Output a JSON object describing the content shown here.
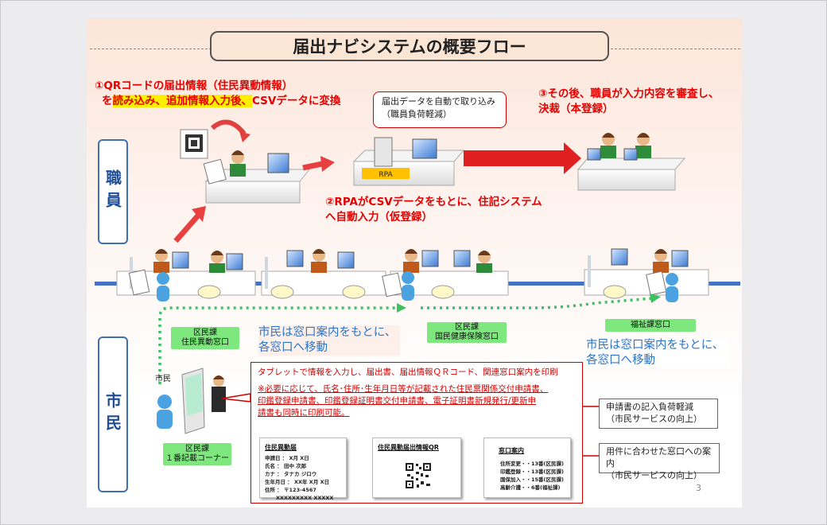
{
  "title": "届出ナビシステムの概要フロー",
  "step1": {
    "line1": "①QRコードの届出情報（住民異動情報）",
    "pre": "を",
    "hl": "読み込み、追加情報入力後、",
    "post": "CSVデータに変換"
  },
  "rpa_callout": {
    "line1": "届出データを自動で取り込み",
    "line2": "（職員負荷軽減）"
  },
  "step3": {
    "line1": "③その後、職員が入力内容を審査し、",
    "line2": "決裁（本登録）"
  },
  "step2": {
    "line1": "②RPAがCSVデータをもとに、住記システム",
    "line2": "へ自動入力（仮登録）"
  },
  "rpa_label": "RPA",
  "staff_label": "職員",
  "citizen_label": "市民",
  "citizen_tag": "市民",
  "counters": {
    "c1": "区民課\n住民異動窓口",
    "c2": "区民課\n国民健康保険窓口",
    "c3": "福祉課窓口",
    "c4": "区民課\n１番記載コーナー"
  },
  "move1": {
    "line1": "市民は窓口案内をもとに、",
    "line2": "各窓口へ移動"
  },
  "move2": {
    "line1": "市民は窓口案内をもとに、",
    "line2": "各窓口へ移動"
  },
  "tablet": {
    "line1": "タブレットで情報を入力し、届出書、届出情報ＱＲコード、関連窓口案内を印刷",
    "line2": "※必要に応じて、氏名･住所･生年月日等が記載された住民票関係交付申請書、",
    "line3": "印鑑登録申請書、印鑑登録証明書交付申請書、電子証明書新規発行/更新申",
    "line4": "請書も同時に印刷可能。"
  },
  "note1": {
    "line1": "申請書の記入負荷軽減",
    "line2": "（市民サービスの向上）"
  },
  "note2": {
    "line1": "用件に合わせた窓口への案内",
    "line2": "（市民サービスの向上）"
  },
  "doc1": {
    "title": "住民異動届",
    "rows": [
      "申請日 ： X月 X日",
      "氏名 ： 田中 次郎",
      "カナ ： タナカ ジロウ",
      "生年月日 ： XX年 X月 X日",
      "住所 ： 〒123-4567",
      "XXXXXXXXX XXXXX"
    ]
  },
  "doc2": {
    "title": "住民異動届出情報QR"
  },
  "doc3": {
    "title": "窓口案内",
    "rows": [
      "住所変更・・13番(区民課)",
      "印鑑登録・・13番(区民課)",
      "国保加入・・15番(区民課)",
      "高齢介護・・6番(福祉課)"
    ]
  },
  "page_number": "3"
}
